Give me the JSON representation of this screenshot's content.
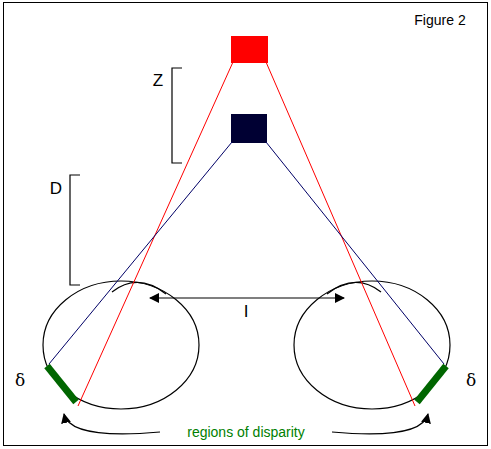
{
  "diagram": {
    "title": "Figure 2",
    "labels": [
      "Z",
      "D",
      "I",
      "δ",
      "δ",
      "regions of disparity"
    ]
  }
}
